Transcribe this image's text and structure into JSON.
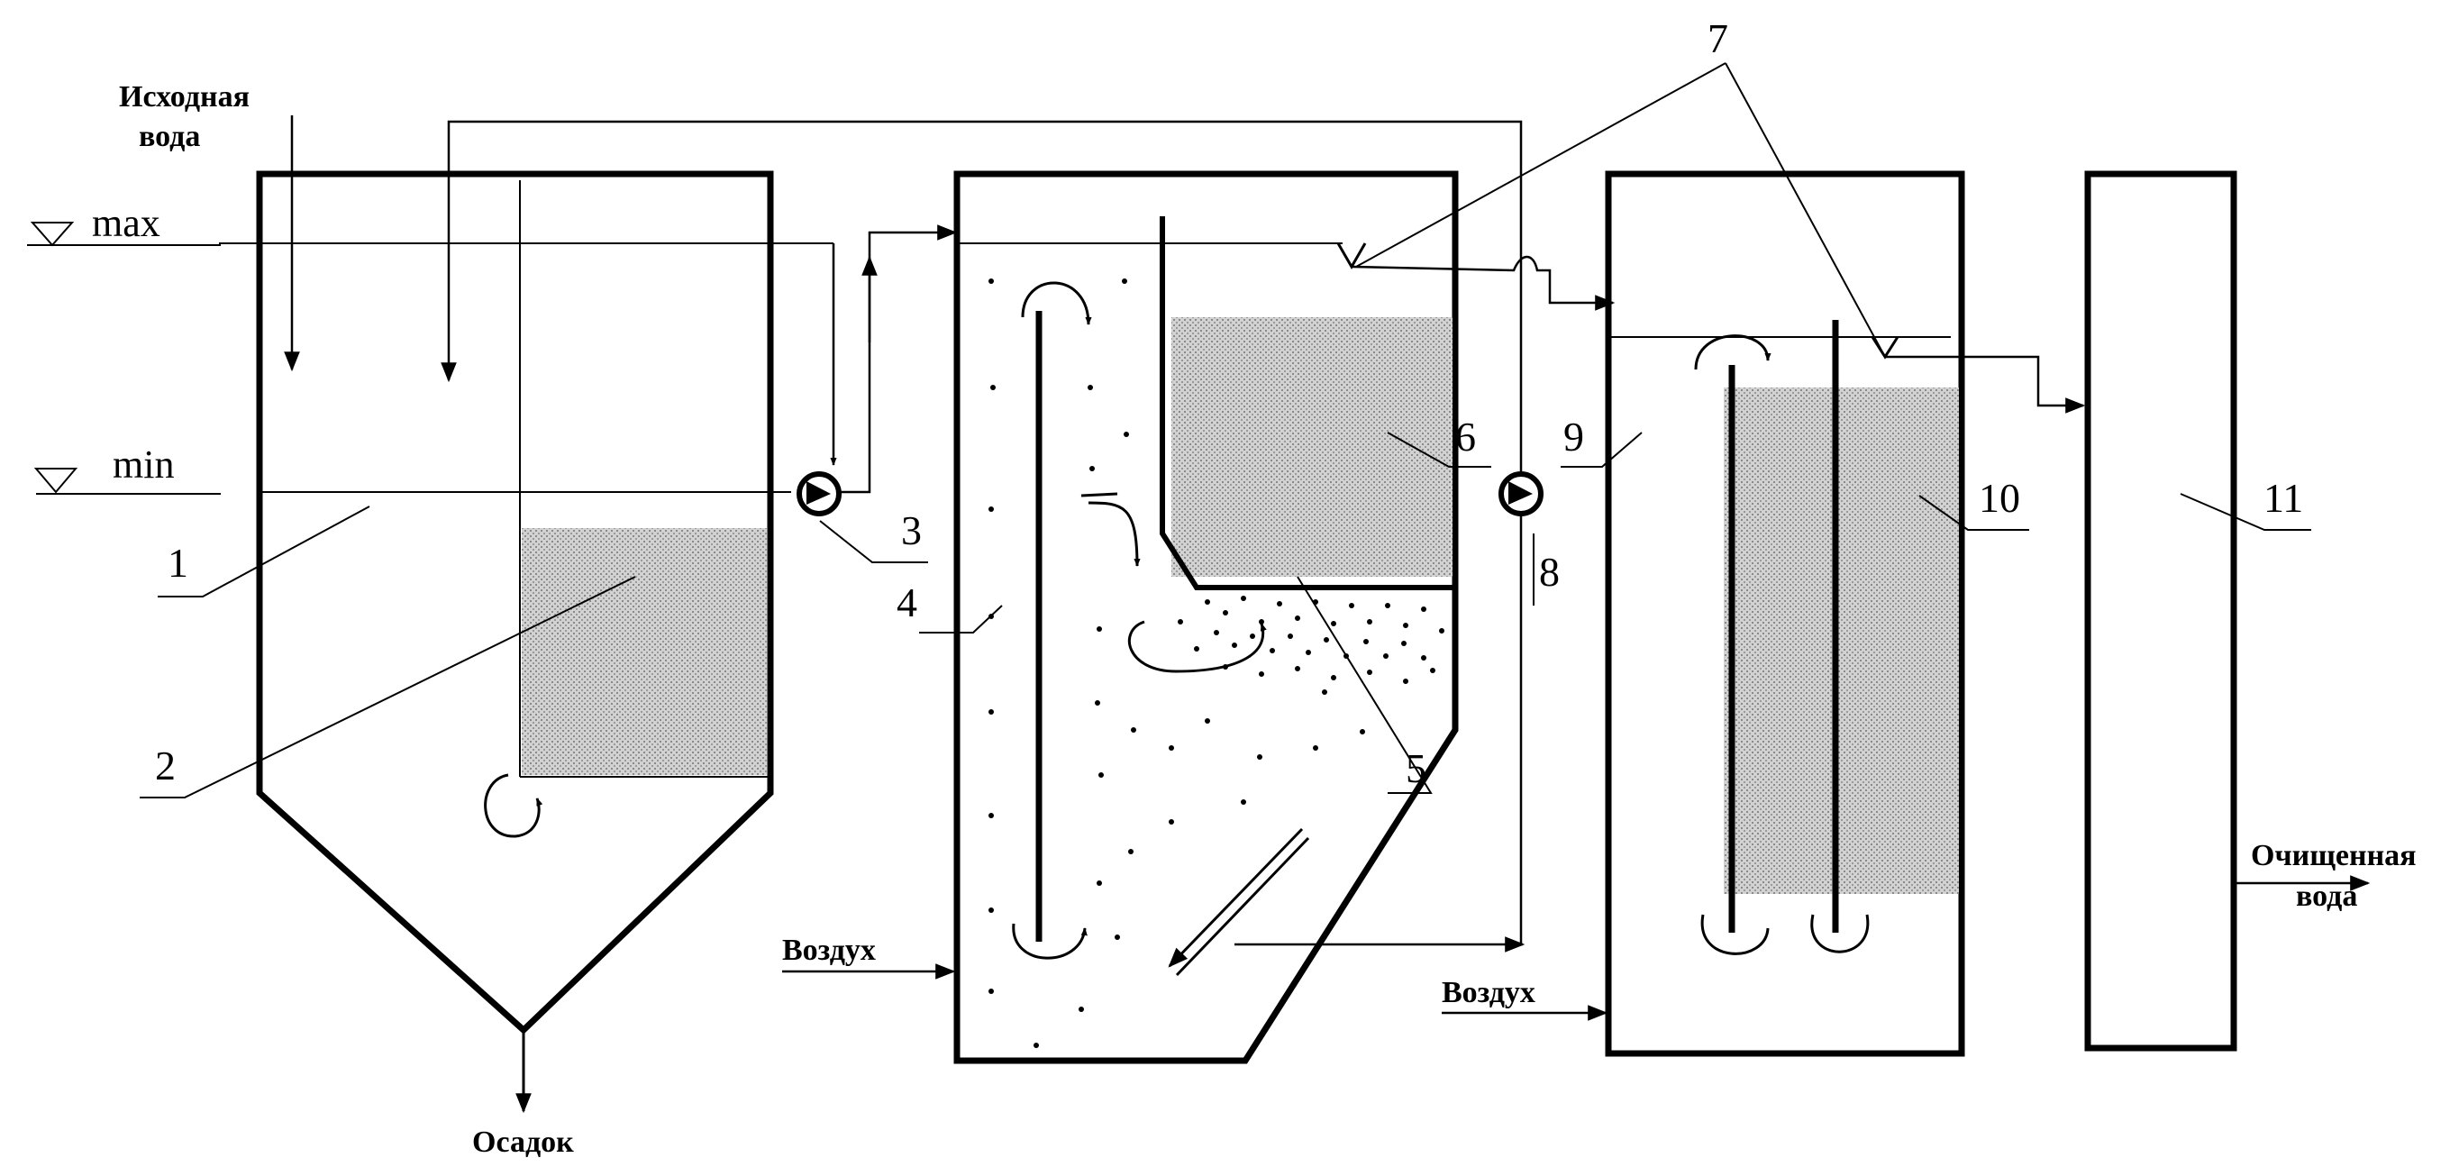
{
  "labels": {
    "source_water_line1": "Исходная",
    "source_water_line2": "вода",
    "level_max": "max",
    "level_min": "min",
    "sediment": "Осадок",
    "air_left": "Воздух",
    "air_right": "Воздух",
    "clean_water_line1": "Очищенная",
    "clean_water_line2": "вода"
  },
  "callouts": [
    "1",
    "2",
    "3",
    "4",
    "5",
    "6",
    "7",
    "8",
    "9",
    "10",
    "11"
  ],
  "colors": {
    "ink": "#000000",
    "background": "#ffffff",
    "sludge_fill": "#c8c8c8"
  }
}
